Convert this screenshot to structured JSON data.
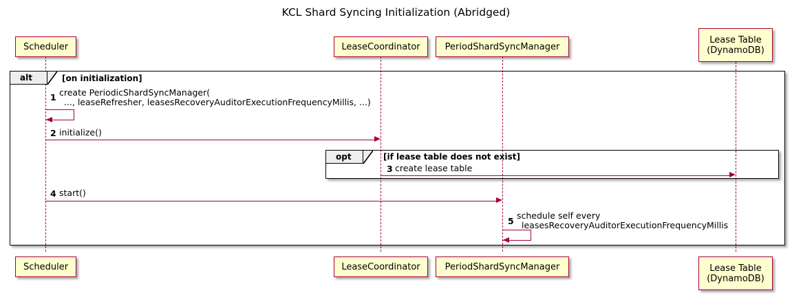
{
  "diagram": {
    "title": "KCL Shard Syncing Initialization (Abridged)",
    "type": "sequence-diagram"
  },
  "participants": [
    {
      "id": "scheduler",
      "label_line1": "Scheduler",
      "label_line2": ""
    },
    {
      "id": "coordinator",
      "label_line1": "LeaseCoordinator",
      "label_line2": ""
    },
    {
      "id": "syncmanager",
      "label_line1": "PeriodShardSyncManager",
      "label_line2": ""
    },
    {
      "id": "leasetable",
      "label_line1": "Lease Table",
      "label_line2": "(DynamoDB)"
    }
  ],
  "groups": [
    {
      "id": "alt-group",
      "keyword": "alt",
      "condition": "[on initialization]"
    },
    {
      "id": "opt-group",
      "keyword": "opt",
      "condition": "[if lease table does not exist]"
    }
  ],
  "messages": [
    {
      "number": "1",
      "from": "scheduler",
      "to": "scheduler",
      "self": true,
      "text_line1": "create PeriodicShardSyncManager(",
      "text_line2": "..., leaseRefresher, leasesRecoveryAuditorExecutionFrequencyMillis, ...)"
    },
    {
      "number": "2",
      "from": "scheduler",
      "to": "coordinator",
      "self": false,
      "text_line1": "initialize()",
      "text_line2": ""
    },
    {
      "number": "3",
      "from": "coordinator",
      "to": "leasetable",
      "self": false,
      "text_line1": "create lease table",
      "text_line2": ""
    },
    {
      "number": "4",
      "from": "scheduler",
      "to": "syncmanager",
      "self": false,
      "text_line1": "start()",
      "text_line2": ""
    },
    {
      "number": "5",
      "from": "syncmanager",
      "to": "syncmanager",
      "self": true,
      "text_line1": "schedule self every",
      "text_line2": "leasesRecoveryAuditorExecutionFrequencyMillis"
    }
  ],
  "colors": {
    "participant_fill": "#FEFECE",
    "participant_border": "#A80036",
    "arrow": "#A80036",
    "group_border": "#000000",
    "group_tab_fill": "#EEEEEE",
    "background": "#FFFFFF"
  }
}
